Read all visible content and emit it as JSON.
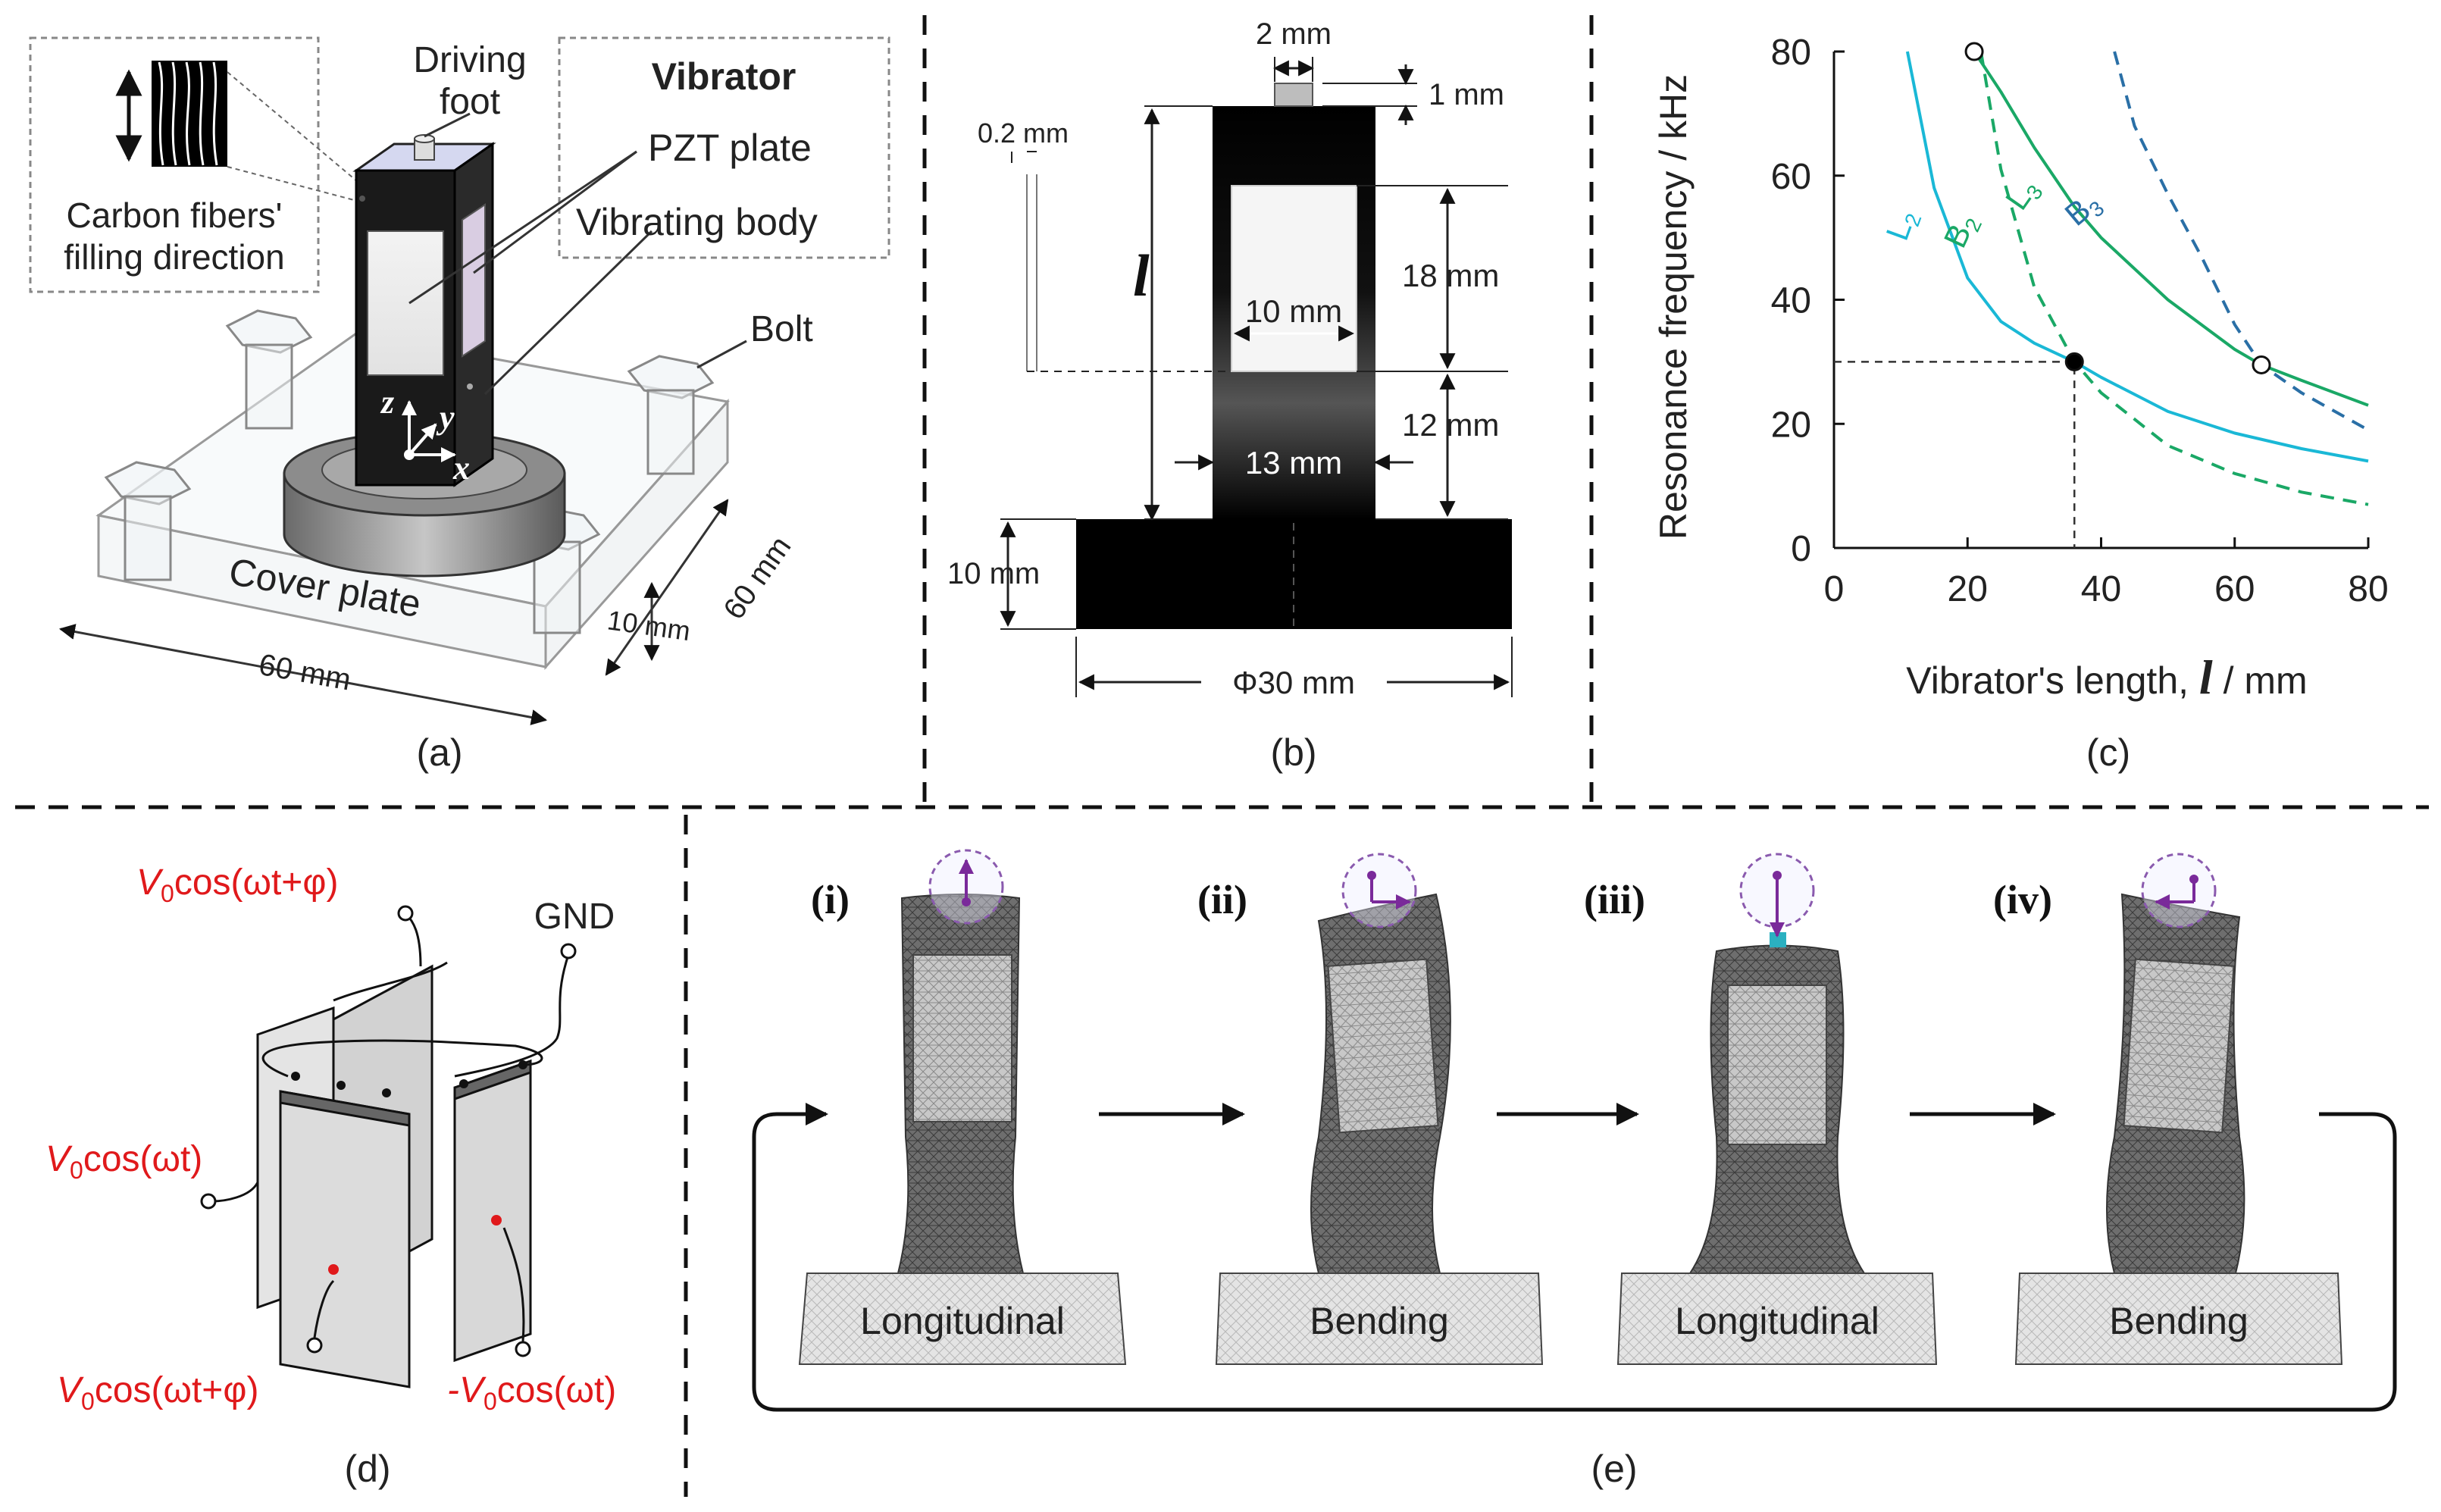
{
  "panel_labels": {
    "a": "(a)",
    "b": "(b)",
    "c": "(c)",
    "d": "(d)",
    "e": "(e)"
  },
  "panel_a": {
    "driving_foot_1": "Driving",
    "driving_foot_2": "foot",
    "vibrator": "Vibrator",
    "pzt_plate": "PZT plate",
    "vibrating_body": "Vibrating body",
    "fiber_1": "Carbon fibers'",
    "fiber_2": "filling direction",
    "bolt": "Bolt",
    "cover_plate": "Cover plate",
    "dim_60_front": "60 mm",
    "dim_60_side": "60 mm",
    "dim_10": "10 mm",
    "axis_z": "z",
    "axis_y": "y",
    "axis_x": "x"
  },
  "panel_b": {
    "dim_2mm": "2 mm",
    "dim_1mm": "1 mm",
    "dim_02mm": "0.2 mm",
    "dim_l": "l",
    "dim_18mm": "18 mm",
    "dim_10mm_w": "10 mm",
    "dim_12mm": "12 mm",
    "dim_13mm": "13 mm",
    "dim_10mm_h": "10 mm",
    "dim_phi30": "Φ30 mm"
  },
  "chart_data": {
    "type": "line",
    "ylabel": "Resonance frequency / kHz",
    "xlabel_prefix": "Vibrator's length, ",
    "xlabel_symbol": "l",
    "xlabel_suffix": " / mm",
    "xlim": [
      0,
      80
    ],
    "ylim": [
      0,
      80
    ],
    "xticks": [
      "0",
      "20",
      "40",
      "60",
      "80"
    ],
    "yticks": [
      "0",
      "20",
      "40",
      "60",
      "80"
    ],
    "series": [
      {
        "name": "L2",
        "color": "#1ab8d6",
        "dash": false,
        "x": [
          11,
          15,
          20,
          25,
          30,
          36,
          40,
          50,
          60,
          70,
          80
        ],
        "y": [
          80,
          58,
          43.5,
          36.5,
          33,
          30,
          27.5,
          22,
          18.5,
          16,
          14
        ]
      },
      {
        "name": "B2",
        "color": "#1aa866",
        "dash": true,
        "x": [
          22,
          25,
          30,
          36,
          40,
          50,
          60,
          70,
          80
        ],
        "y": [
          80,
          61,
          42,
          30,
          25,
          16.5,
          12,
          9,
          7
        ]
      },
      {
        "name": "L3",
        "color": "#1aa866",
        "dash": false,
        "x": [
          21,
          25,
          30,
          36,
          40,
          50,
          60,
          64,
          70,
          80
        ],
        "y": [
          80,
          73.5,
          64.5,
          55,
          50,
          40,
          32,
          29.5,
          27,
          23
        ]
      },
      {
        "name": "B3",
        "color": "#2a6fa6",
        "dash": true,
        "x": [
          42,
          45,
          50,
          55,
          60,
          64,
          70,
          80
        ],
        "y": [
          80,
          68,
          57,
          47,
          36,
          29.5,
          25,
          19
        ]
      }
    ],
    "series_labels": [
      {
        "main": "L",
        "sub": "2",
        "color": "#1ab8d6"
      },
      {
        "main": "B",
        "sub": "2",
        "color": "#1aa866"
      },
      {
        "main": "L",
        "sub": "3",
        "color": "#1aa866"
      },
      {
        "main": "B",
        "sub": "3",
        "color": "#2a6fa6"
      }
    ],
    "points": [
      {
        "x": 21,
        "y": 80,
        "filled": false
      },
      {
        "x": 36,
        "y": 30,
        "filled": true
      },
      {
        "x": 64,
        "y": 29.5,
        "filled": false
      }
    ],
    "guide": {
      "x": 36,
      "y": 30
    }
  },
  "panel_d": {
    "gnd": "GND",
    "sig_top_1": "V",
    "sig_top_2": "0",
    "sig_top_3": "cos(ωt+φ)",
    "sig_left_1": "V",
    "sig_left_2": "0",
    "sig_left_3": "cos(ωt)",
    "sig_bl_1": "V",
    "sig_bl_2": "0",
    "sig_bl_3": "cos(ωt+φ)",
    "sig_br_1": "-V",
    "sig_br_2": "0",
    "sig_br_3": "cos(ωt)"
  },
  "panel_e": {
    "step1": "(i)",
    "step2": "(ii)",
    "step3": "(iii)",
    "step4": "(iv)",
    "mode1": "Longitudinal",
    "mode2": "Bending",
    "mode3": "Longitudinal",
    "mode4": "Bending"
  }
}
